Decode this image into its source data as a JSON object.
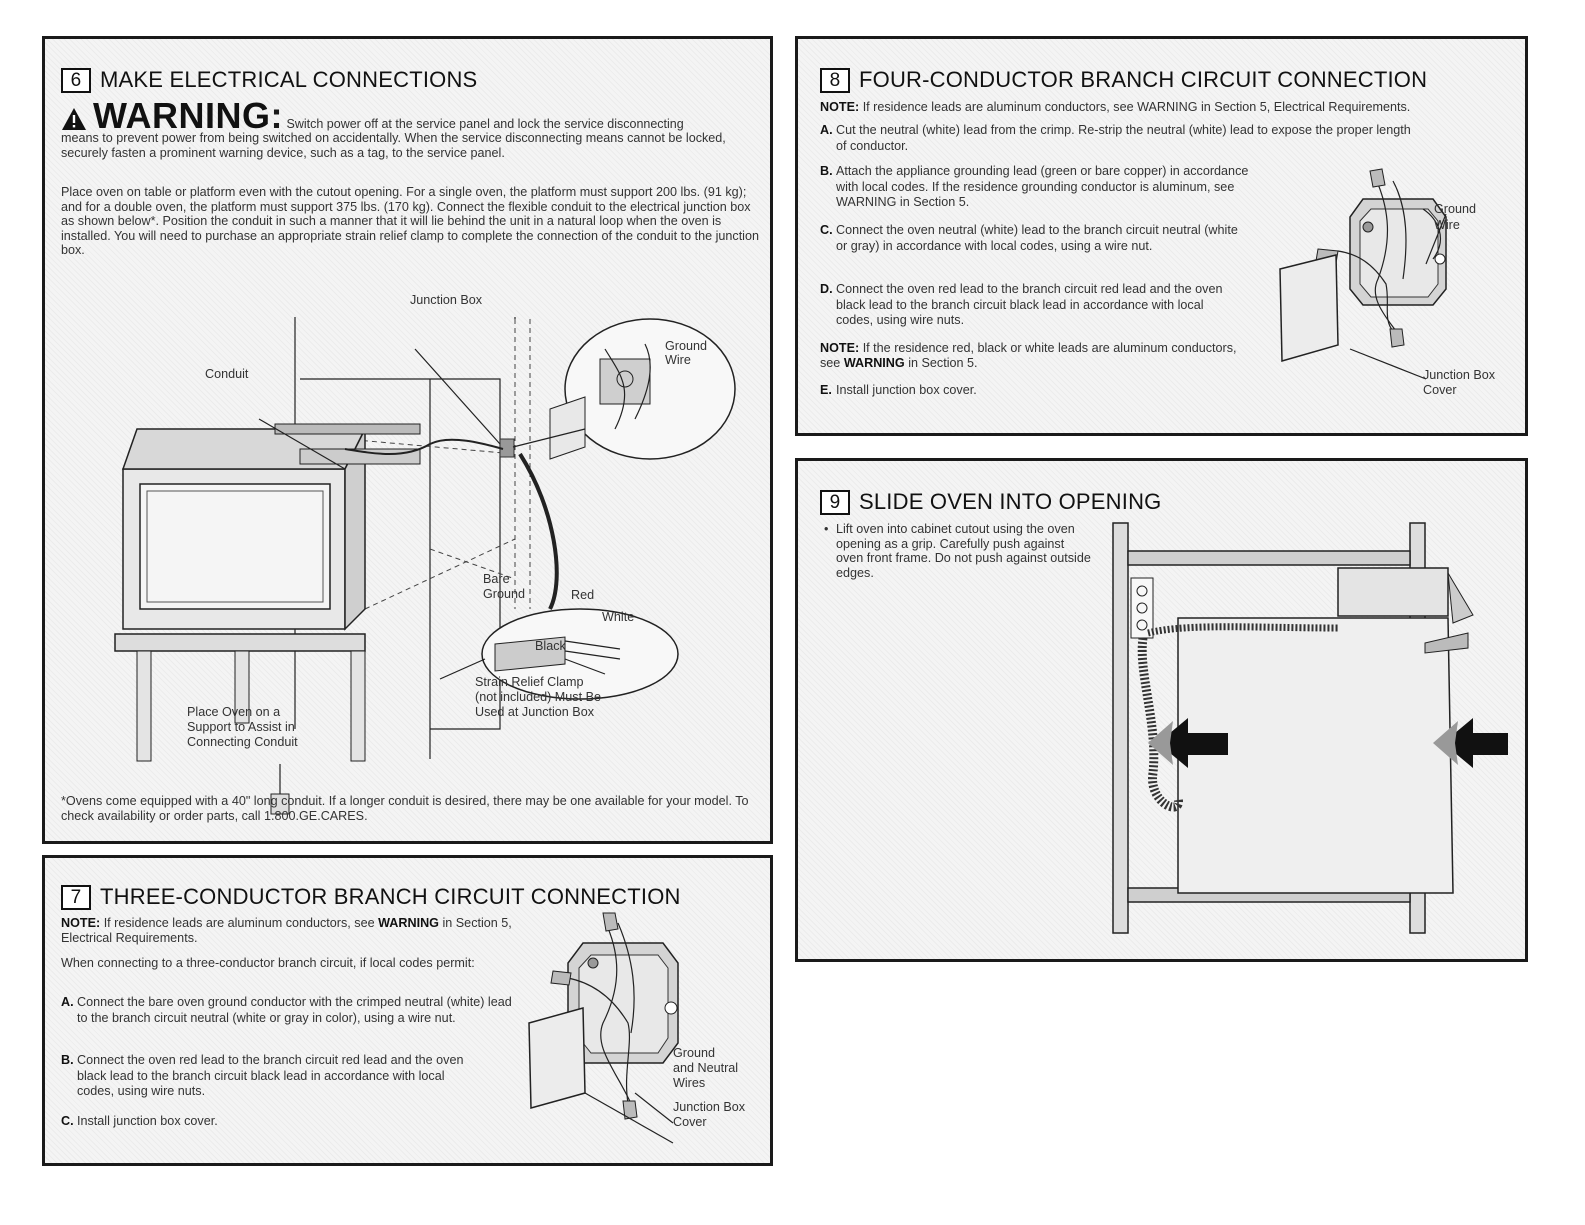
{
  "section6": {
    "number": "6",
    "title": "MAKE ELECTRICAL CONNECTIONS",
    "warning_word": "WARNING",
    "warning_line1": "Switch power off at the service panel and lock the service disconnecting",
    "warning_rest": "means to prevent power from being switched on accidentally. When the service disconnecting means cannot be locked, securely fasten a prominent warning device, such as a tag, to the service panel.",
    "body": "Place oven on table or platform even with the cutout opening. For a single oven, the platform must support 200 lbs. (91 kg); and for a double oven, the platform must support 375 lbs. (170 kg). Connect the flexible conduit to the electrical junction box as shown below*. Position the conduit in such a manner that it will lie behind the unit in a natural loop when the oven is installed. You will need to purchase an appropriate strain relief clamp to complete the connection of the conduit to the junction box.",
    "labels": {
      "junction_box": "Junction Box",
      "conduit": "Conduit",
      "ground_wire_1": "Ground",
      "ground_wire_2": "Wire",
      "bare": "Bare",
      "ground": "Ground",
      "red": "Red",
      "white": "White",
      "black": "Black",
      "strain_1": "Strain Relief Clamp",
      "strain_2": "(not included) Must Be",
      "strain_3": "Used at Junction Box",
      "support_1": "Place Oven on a",
      "support_2": "Support to Assist in",
      "support_3": "Connecting Conduit"
    },
    "footnote": "*Ovens come equipped with a 40\" long conduit. If a longer conduit is desired, there may be one available for your model. To check availability or order parts, call 1.800.GE.CARES."
  },
  "section7": {
    "number": "7",
    "title": "THREE-CONDUCTOR BRANCH CIRCUIT CONNECTION",
    "note_label": "NOTE:",
    "note_text": "If residence leads are aluminum conductors, see",
    "note_bold": "WARNING",
    "note_tail": "in Section 5, Electrical Requirements.",
    "intro": "When connecting to a three-conductor branch circuit, if local codes permit:",
    "items": [
      {
        "letter": "A.",
        "text": "Connect the bare oven ground conductor with the crimped neutral (white) lead to the branch circuit neutral (white or gray in color), using a wire nut."
      },
      {
        "letter": "B.",
        "text": "Connect the oven red lead to the branch circuit red lead and the oven black lead to the branch circuit black lead in accordance with local codes, using wire nuts."
      },
      {
        "letter": "C.",
        "text": "Install junction box cover."
      }
    ],
    "labels": {
      "gn_1": "Ground",
      "gn_2": "and Neutral",
      "gn_3": "Wires",
      "jb_1": "Junction Box",
      "jb_2": "Cover"
    }
  },
  "section8": {
    "number": "8",
    "title": "FOUR-CONDUCTOR BRANCH CIRCUIT CONNECTION",
    "note1_label": "NOTE:",
    "note1_text": "If residence leads are aluminum conductors, see WARNING in Section 5, Electrical Requirements.",
    "items": [
      {
        "letter": "A.",
        "text": "Cut the neutral (white) lead from the crimp. Re-strip the neutral (white) lead to expose the proper length of conductor."
      },
      {
        "letter": "B.",
        "text": "Attach the appliance grounding lead (green or bare copper) in accordance with local codes. If the residence grounding conductor is aluminum, see WARNING in Section 5."
      },
      {
        "letter": "C.",
        "text": "Connect the oven neutral (white) lead to the branch circuit neutral (white or gray) in accordance with local codes, using a wire nut."
      },
      {
        "letter": "D.",
        "text": "Connect the oven red lead to the branch circuit red lead and the oven black lead to the branch circuit black lead in accordance with local codes, using wire nuts."
      }
    ],
    "note2_label": "NOTE:",
    "note2_text": "If the residence red, black or white leads are aluminum conductors, see",
    "note2_bold": "WARNING",
    "note2_tail": "in Section 5.",
    "item_e": {
      "letter": "E.",
      "text": "Install junction box cover."
    },
    "labels": {
      "gw_1": "Ground",
      "gw_2": "Wire",
      "jb_1": "Junction Box",
      "jb_2": "Cover"
    }
  },
  "section9": {
    "number": "9",
    "title": "SLIDE OVEN INTO OPENING",
    "bullet": "Lift oven into cabinet cutout using the oven opening as a grip. Carefully push against oven front frame. Do not push against outside edges."
  }
}
